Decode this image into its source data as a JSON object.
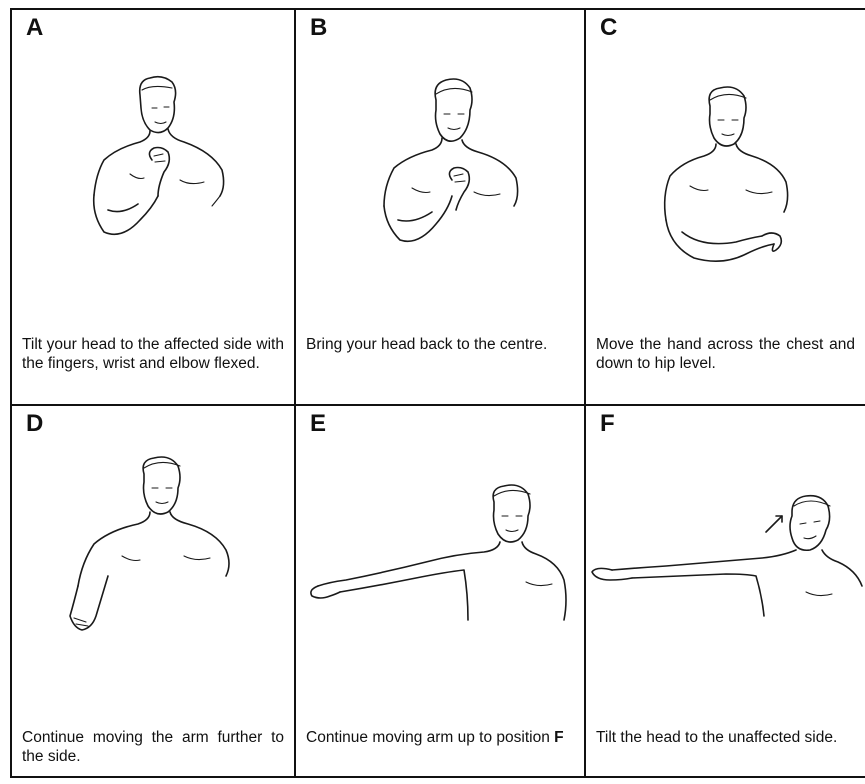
{
  "panels": [
    {
      "letter": "A",
      "caption": "Tilt your head to the affected side with the fingers, wrist and elbow flexed."
    },
    {
      "letter": "B",
      "caption": "Bring your head back to the centre."
    },
    {
      "letter": "C",
      "caption": "Move the hand across the chest and down to hip level."
    },
    {
      "letter": "D",
      "caption": "Continue moving the arm further to the side."
    },
    {
      "letter": "E",
      "caption_text": "Continue moving arm up to position ",
      "caption_bold": "F"
    },
    {
      "letter": "F",
      "caption": "Tilt the head to the unaffected side."
    }
  ]
}
